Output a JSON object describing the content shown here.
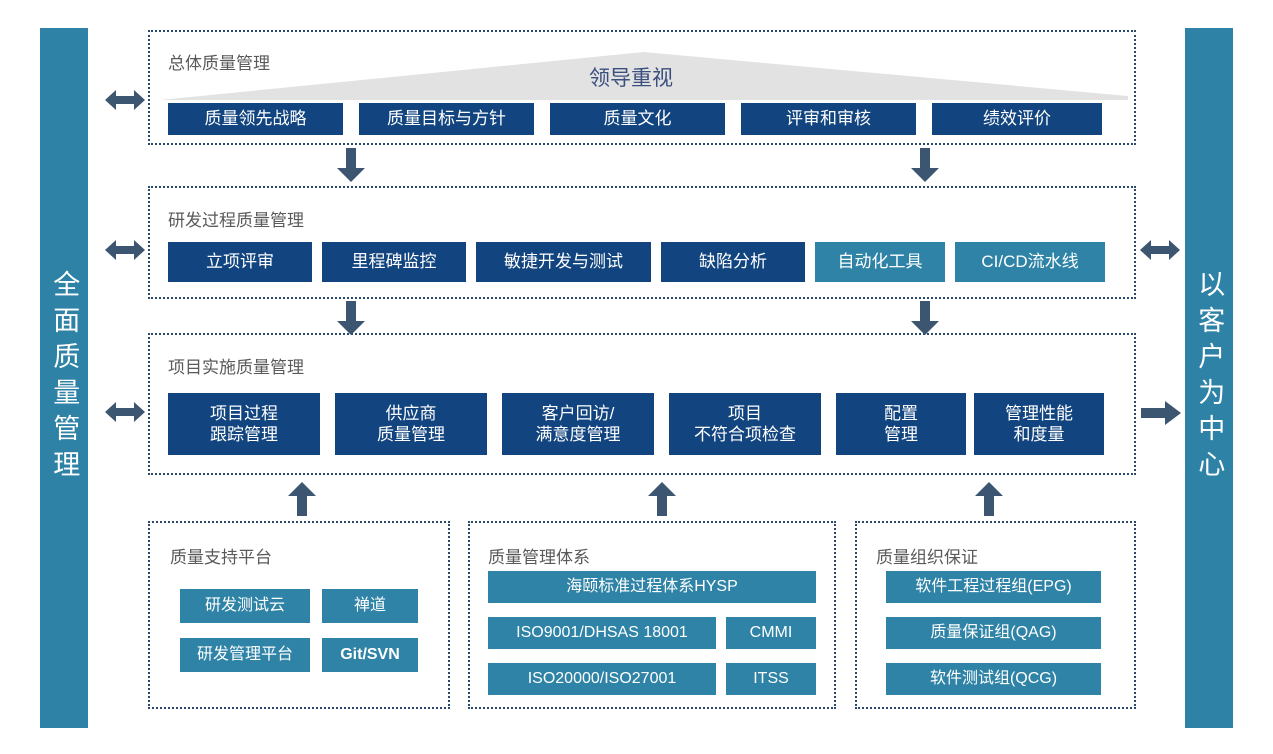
{
  "sidebars": {
    "left": {
      "text": "全面质量管理",
      "color": "#2e82a6"
    },
    "right": {
      "text": "以客户为中心",
      "color": "#2e82a6"
    }
  },
  "colors": {
    "navy": "#12457f",
    "teal": "#2e83a6",
    "arrow": "#3c5571",
    "panel_border": "#2b4a6b",
    "triangle": "#e2e2e2",
    "title_text": "#5a5a5a",
    "leader_text": "#3b4f7d"
  },
  "rows": [
    {
      "title": "总体质量管理",
      "emphasis": "领导重视",
      "boxes": [
        {
          "label": "质量领先战略",
          "style": "navy"
        },
        {
          "label": "质量目标与方针",
          "style": "navy"
        },
        {
          "label": "质量文化",
          "style": "navy"
        },
        {
          "label": "评审和审核",
          "style": "navy"
        },
        {
          "label": "绩效评价",
          "style": "navy"
        }
      ]
    },
    {
      "title": "研发过程质量管理",
      "boxes": [
        {
          "label": "立项评审",
          "style": "navy"
        },
        {
          "label": "里程碑监控",
          "style": "navy"
        },
        {
          "label": "敏捷开发与测试",
          "style": "navy"
        },
        {
          "label": "缺陷分析",
          "style": "navy"
        },
        {
          "label": "自动化工具",
          "style": "teal"
        },
        {
          "label": "CI/CD流水线",
          "style": "teal"
        }
      ]
    },
    {
      "title": "项目实施质量管理",
      "boxes": [
        {
          "label": "项目过程\n跟踪管理",
          "style": "navy"
        },
        {
          "label": "供应商\n质量管理",
          "style": "navy"
        },
        {
          "label": "客户回访/\n满意度管理",
          "style": "navy"
        },
        {
          "label": "项目\n不符合项检查",
          "style": "navy"
        },
        {
          "label": "配置\n管理",
          "style": "navy"
        },
        {
          "label": "管理性能\n和度量",
          "style": "navy"
        }
      ]
    }
  ],
  "bottom_panels": [
    {
      "title": "质量支持平台",
      "boxes": [
        {
          "label": "研发测试云",
          "style": "teal",
          "bold": false
        },
        {
          "label": "禅道",
          "style": "teal",
          "bold": false
        },
        {
          "label": "研发管理平台",
          "style": "teal",
          "bold": false
        },
        {
          "label": "Git/SVN",
          "style": "teal",
          "bold": true
        }
      ]
    },
    {
      "title": "质量管理体系",
      "boxes": [
        {
          "label": "海颐标准过程体系HYSP",
          "style": "teal",
          "bold": false
        },
        {
          "label": "ISO9001/DHSAS 18001",
          "style": "teal",
          "bold": false
        },
        {
          "label": "CMMI",
          "style": "teal",
          "bold": false
        },
        {
          "label": "ISO20000/ISO27001",
          "style": "teal",
          "bold": false
        },
        {
          "label": "ITSS",
          "style": "teal",
          "bold": false
        }
      ]
    },
    {
      "title": "质量组织保证",
      "boxes": [
        {
          "label": "软件工程过程组(EPG)",
          "style": "teal",
          "bold": false
        },
        {
          "label": "质量保证组(QAG)",
          "style": "teal",
          "bold": false
        },
        {
          "label": "软件测试组(QCG)",
          "style": "teal",
          "bold": false
        }
      ]
    }
  ],
  "arrows": {
    "left_bidirectional": [
      "row1",
      "row2",
      "row3"
    ],
    "right_bidirectional": [
      "row2"
    ],
    "right_single": [
      "row3"
    ],
    "down": [
      "row1-to-row2-left",
      "row1-to-row2-right",
      "row2-to-row3-left",
      "row2-to-row3-right"
    ],
    "up": [
      "support-to-row3",
      "system-to-row3",
      "org-to-row3"
    ]
  }
}
